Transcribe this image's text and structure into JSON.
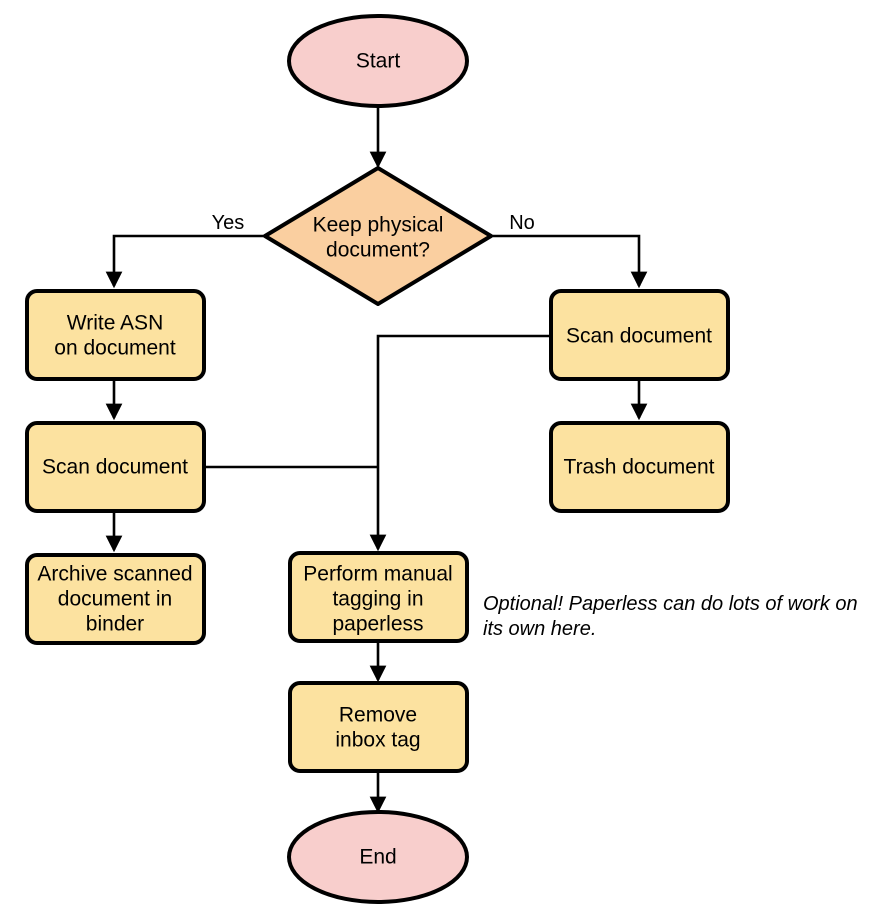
{
  "diagram": {
    "type": "flowchart",
    "orientation": "top-to-bottom",
    "colors": {
      "terminator_fill": "#F8CECC",
      "decision_fill": "#FACFA0",
      "process_fill": "#FCE2A0",
      "stroke": "#000000",
      "text": "#000000",
      "background": "#FFFFFF"
    },
    "nodes": {
      "start": {
        "label": "Start",
        "shape": "ellipse"
      },
      "decision": {
        "label_line1": "Keep physical",
        "label_line2": "document?",
        "shape": "diamond"
      },
      "write_asn": {
        "label_line1": "Write ASN",
        "label_line2": "on document",
        "shape": "process"
      },
      "scan_left": {
        "label": "Scan document",
        "shape": "process"
      },
      "archive": {
        "label_line1": "Archive scanned",
        "label_line2": "document in",
        "label_line3": "binder",
        "shape": "process"
      },
      "scan_right": {
        "label": "Scan document",
        "shape": "process"
      },
      "trash": {
        "label": "Trash document",
        "shape": "process"
      },
      "tagging": {
        "label_line1": "Perform manual",
        "label_line2": "tagging in",
        "label_line3": "paperless",
        "shape": "process"
      },
      "remove_inbox": {
        "label_line1": "Remove",
        "label_line2": "inbox tag",
        "shape": "process"
      },
      "end": {
        "label": "End",
        "shape": "ellipse"
      }
    },
    "edge_labels": {
      "yes": "Yes",
      "no": "No"
    },
    "annotations": {
      "optional_note_line1": "Optional! Paperless can do lots of work on",
      "optional_note_line2": "its own here."
    }
  }
}
